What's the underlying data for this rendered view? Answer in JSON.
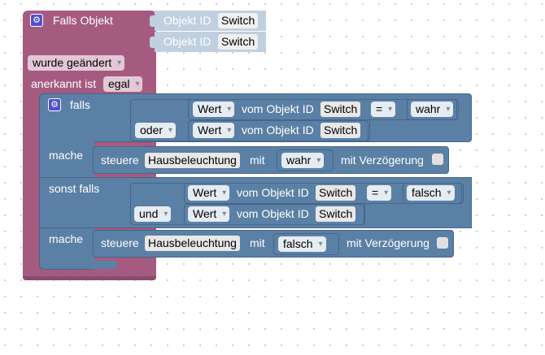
{
  "block_falls_objekt": {
    "title": "Falls Objekt",
    "objekt_id_label": "Objekt ID",
    "switch_1": "Switch",
    "switch_2": "Switch",
    "wurde_geaendert": "wurde geändert",
    "anerkannt_ist_label": "anerkannt ist",
    "egal": "egal"
  },
  "if_block": {
    "falls_label": "falls",
    "mache_label_1": "mache",
    "sonst_falls_label": "sonst falls",
    "mache_label_2": "mache"
  },
  "condition_1": {
    "wert_1": "Wert",
    "vom_objekt_id_1": "vom Objekt ID",
    "switch_1": "Switch",
    "operator": "=",
    "value": "wahr",
    "logic": "oder",
    "wert_2": "Wert",
    "vom_objekt_id_2": "vom Objekt ID",
    "switch_2": "Switch"
  },
  "action_1": {
    "steuere_label": "steuere",
    "target": "Hausbeleuchtung",
    "mit_label": "mit",
    "value": "wahr",
    "verzoegerung_label": "mit Verzögerung"
  },
  "condition_2": {
    "wert_1": "Wert",
    "vom_objekt_id_1": "vom Objekt ID",
    "switch_1": "Switch",
    "operator": "=",
    "value": "falsch",
    "logic": "und",
    "wert_2": "Wert",
    "vom_objekt_id_2": "vom Objekt ID",
    "switch_2": "Switch"
  },
  "action_2": {
    "steuere_label": "steuere",
    "target": "Hausbeleuchtung",
    "mit_label": "mit",
    "value": "falsch",
    "verzoegerung_label": "mit Verzögerung"
  },
  "colors": {
    "trigger_block": "#a55b80",
    "logic_block": "#5b80a5",
    "id_input": "#c0d0e0",
    "workspace": "#ffffff"
  },
  "icons": [
    "gear-icon"
  ]
}
